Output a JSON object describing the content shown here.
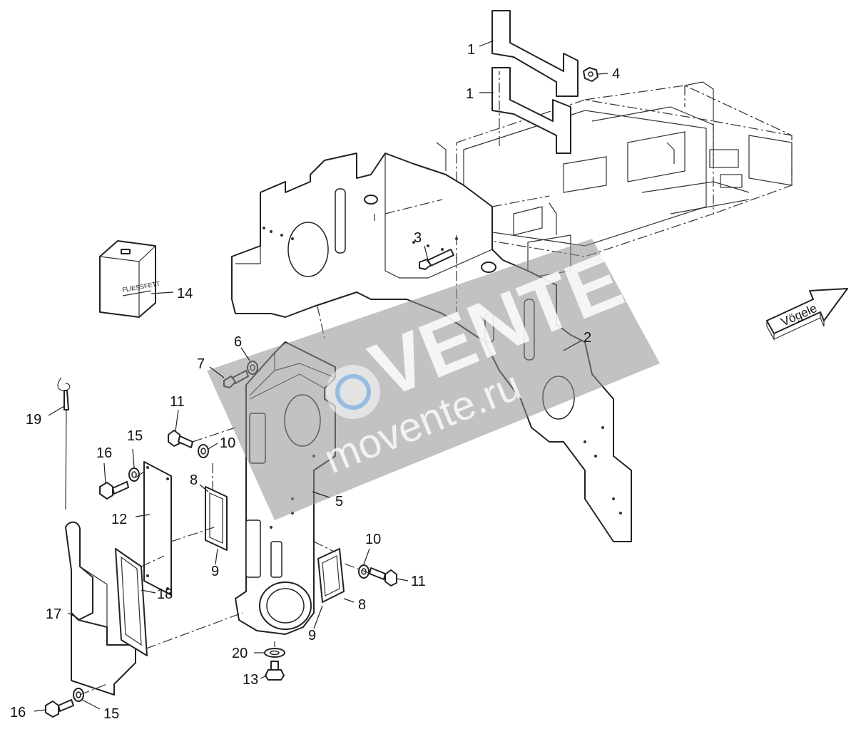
{
  "diagram": {
    "callouts": {
      "c1a": "1",
      "c1b": "1",
      "c2": "2",
      "c3": "3",
      "c4": "4",
      "c5": "5",
      "c6": "6",
      "c7": "7",
      "c8a": "8",
      "c8b": "8",
      "c9a": "9",
      "c9b": "9",
      "c10a": "10",
      "c10b": "10",
      "c11a": "11",
      "c11b": "11",
      "c12": "12",
      "c13": "13",
      "c14": "14",
      "c15a": "15",
      "c15b": "15",
      "c16a": "16",
      "c16b": "16",
      "c17": "17",
      "c18": "18",
      "c19": "19",
      "c20": "20"
    },
    "can_label": "FLIESSFETT",
    "direction_arrow_label": "Vögele",
    "watermark": {
      "brand": "VENTE",
      "url": "movente.ru"
    }
  }
}
